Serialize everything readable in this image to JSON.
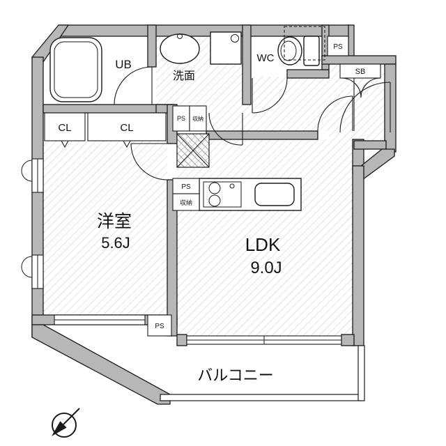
{
  "plan": {
    "type": "apartment-floor-plan",
    "rooms": {
      "western_room": {
        "name": "洋室",
        "size": "5.6J"
      },
      "ldk": {
        "name": "LDK",
        "size": "9.0J"
      },
      "balcony": {
        "name": "バルコニー"
      },
      "unit_bath": {
        "name": "UB"
      },
      "washroom": {
        "name": "洗面"
      },
      "wc": {
        "name": "WC"
      },
      "closet_left": {
        "name": "CL"
      },
      "closet_right": {
        "name": "CL"
      },
      "shoe_box": {
        "name": "SB"
      }
    },
    "utility": {
      "ps_top": "PS",
      "ps_hall": "PS",
      "storage_hall": "収納",
      "ps_kitchen": "PS",
      "storage_kitchen": "収納",
      "ps_bottom": "PS"
    },
    "colors": {
      "wall": "#b7b7b7",
      "line": "#1a1a1a",
      "floor_hatch": "#cfcfcf"
    }
  }
}
